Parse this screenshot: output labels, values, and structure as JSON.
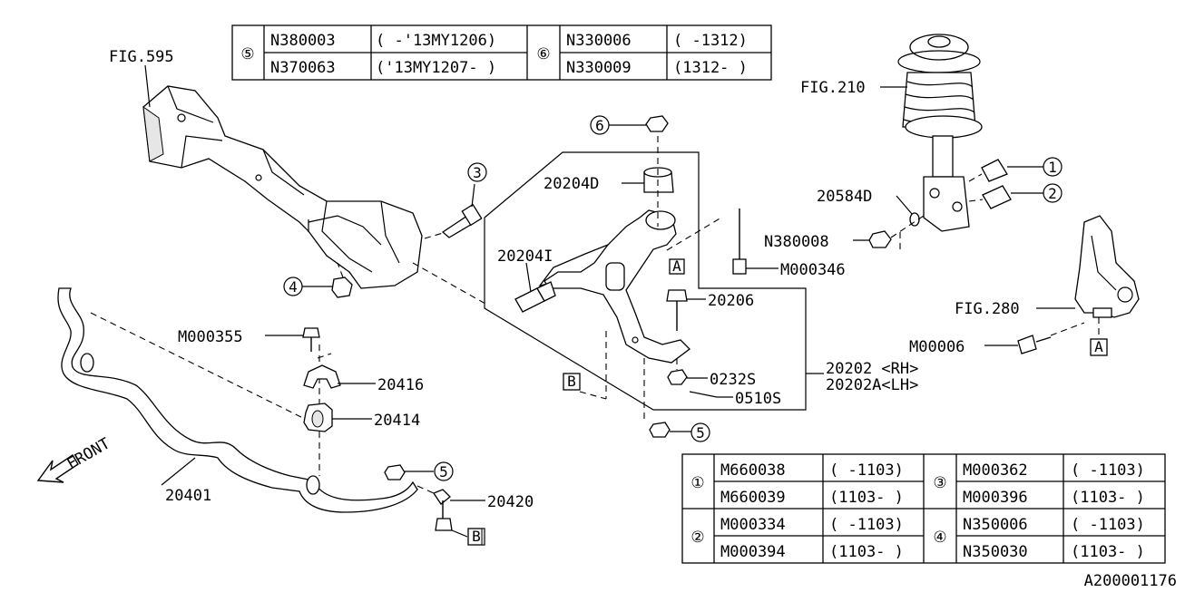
{
  "top_table": {
    "rows": [
      {
        "ref": "⑤",
        "part1": "N380003",
        "range1": "( -'13MY1206)",
        "ref2": "⑥",
        "part2": "N330006",
        "range2": "( -1312)"
      },
      {
        "ref": "",
        "part1": "N370063",
        "range1": "('13MY1207- )",
        "ref2": "",
        "part2": "N330009",
        "range2": "(1312- )"
      }
    ]
  },
  "labels": {
    "fig595": "FIG.595",
    "fig210": "FIG.210",
    "fig280": "FIG.280",
    "p20204D": "20204D",
    "p20204I": "20204I",
    "p20584D": "20584D",
    "pN380008": "N380008",
    "pM000346": "M000346",
    "p20206": "20206",
    "pM00006": "M00006",
    "p0232S": "0232S",
    "p0510S": "0510S",
    "p20202": "20202 <RH>",
    "p20202A": "20202A<LH>",
    "pM000355": "M000355",
    "p20416": "20416",
    "p20414": "20414",
    "p20401": "20401",
    "p20420": "20420",
    "front": "FRONT",
    "callout1": "1",
    "callout2": "2",
    "callout3": "3",
    "callout4": "4",
    "callout5a": "5",
    "callout5b": "5",
    "callout6": "6",
    "boxA1": "A",
    "boxA2": "A",
    "boxB1": "B",
    "boxB2": "B",
    "diagram_id": "A200001176"
  },
  "bottom_table": {
    "groups": [
      {
        "ref": "①",
        "rows": [
          {
            "part": "M660038",
            "range": "( -1103)"
          },
          {
            "part": "M660039",
            "range": "(1103- )"
          }
        ],
        "ref2": "③",
        "rows2": [
          {
            "part": "M000362",
            "range": "( -1103)"
          },
          {
            "part": "M000396",
            "range": "(1103- )"
          }
        ]
      },
      {
        "ref": "②",
        "rows": [
          {
            "part": "M000334",
            "range": "( -1103)"
          },
          {
            "part": "M000394",
            "range": "(1103- )"
          }
        ],
        "ref2": "④",
        "rows2": [
          {
            "part": "N350006",
            "range": "( -1103)"
          },
          {
            "part": "N350030",
            "range": "(1103- )"
          }
        ]
      }
    ]
  }
}
